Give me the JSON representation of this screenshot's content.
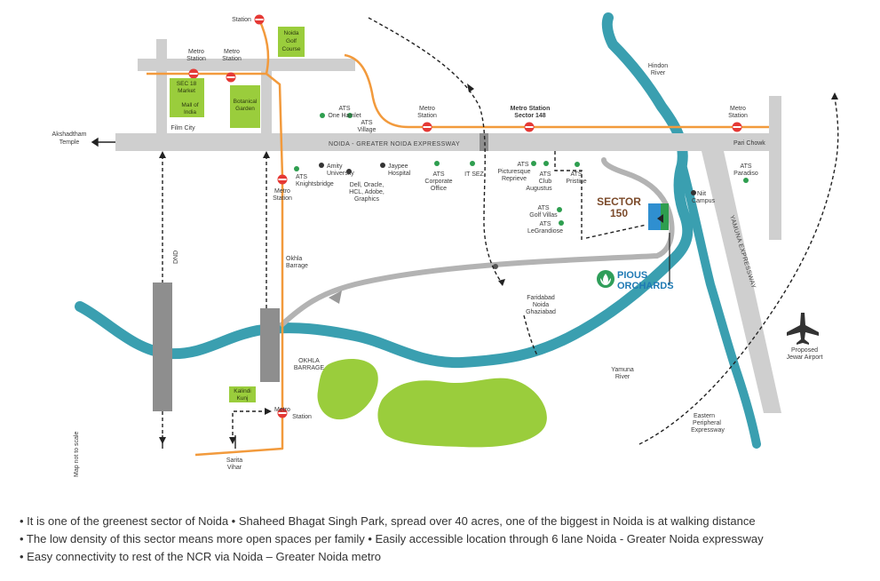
{
  "colors": {
    "road": "#cfcfcf",
    "river": "#3a9fb0",
    "metro_line": "#f29a3c",
    "park": "#9acd3c",
    "metro_icon": "#e53935",
    "brand": "#1f7ab4",
    "sector": "#7b4a2a"
  },
  "labels": {
    "station_top": "Station",
    "metro_station": "Metro",
    "metro_station_2": "Station",
    "noida_golf_1": "Noida",
    "noida_golf_2": "Golf",
    "noida_golf_3": "Course",
    "sec18_1": "SEC 18",
    "sec18_2": "Market",
    "mall_1": "Mall of",
    "mall_2": "India",
    "botanical_1": "Botanical",
    "botanical_2": "Garden",
    "film_city": "Film City",
    "akshardham_1": "Akshadtham",
    "akshardham_2": "Temple",
    "ats_one_hamlet_1": "ATS",
    "ats_one_hamlet_2": "One Hamlet",
    "ats_village_1": "ATS",
    "ats_village_2": "Village",
    "metro_station_sector148_1": "Metro Station",
    "metro_station_sector148_2": "Sector 148",
    "expressway": "NOIDA - GREATER NOIDA EXPRESSWAY",
    "pari_chowk": "Pari Chowk",
    "hindon_1": "Hindon",
    "hindon_2": "River",
    "amity_1": "Amity",
    "amity_2": "University",
    "jaypee_1": "Jaypee",
    "jaypee_2": "Hospital",
    "ats_knightsbridge_1": "ATS",
    "ats_knightsbridge_2": "Knightsbridge",
    "dell_1": "Dell, Oracle,",
    "dell_2": "HCL, Adobe,",
    "dell_3": "Graphics",
    "ats_corporate_1": "ATS",
    "ats_corporate_2": "Corporate",
    "ats_corporate_3": "Office",
    "it_sez": "IT SEZ",
    "ats_picturesque_1": "ATS",
    "ats_picturesque_2": "Picturesque",
    "ats_picturesque_3": "Reprieve",
    "ats_club_1": "ATS",
    "ats_club_2": "Club",
    "ats_club_3": "Augustus",
    "ats_pristine_1": "ATS",
    "ats_pristine_2": "Pristine",
    "ats_paradiso_1": "ATS",
    "ats_paradiso_2": "Paradiso",
    "niit_1": "Niit",
    "niit_2": "Campus",
    "sector150_1": "SECTOR",
    "sector150_2": "150",
    "ats_golf_villas_1": "ATS",
    "ats_golf_villas_2": "Golf Villas",
    "ats_legrandiose_1": "ATS",
    "ats_legrandiose_2": "LeGrandiose",
    "pious": "PIOUS",
    "orchards": "ORCHARDS",
    "dnd": "DND",
    "okhla_barrage_1": "Okhla",
    "okhla_barrage_2": "Barrage",
    "faridabad_1": "Faridabad",
    "faridabad_2": "Noida",
    "faridabad_3": "Ghaziabad",
    "yamuna_expressway": "YAMUNA EXPRESSWAY",
    "okhla_caps_1": "OKHLA",
    "okhla_caps_2": "BARRAGE",
    "yamuna_river_1": "Yamuna",
    "yamuna_river_2": "River",
    "proposed_1": "Proposed",
    "proposed_2": "Jewar Airport",
    "kalindi_1": "Kalindi",
    "kalindi_2": "Kunj",
    "eastern_1": "Eastern",
    "eastern_2": "Peripheral",
    "eastern_3": "Expressway",
    "map_scale": "Map not to scale",
    "sarita_1": "Sarita",
    "sarita_2": "Vihar"
  },
  "notes": [
    "• It is one of the greenest sector of Noida • Shaheed Bhagat Singh Park, spread over 40 acres, one of the biggest in Noida is at walking distance",
    "• The low density of this sector means more open spaces per family • Easily accessible location through 6 lane Noida - Greater Noida expressway",
    "• Easy connectivity to rest of the NCR via Noida – Greater Noida metro"
  ]
}
